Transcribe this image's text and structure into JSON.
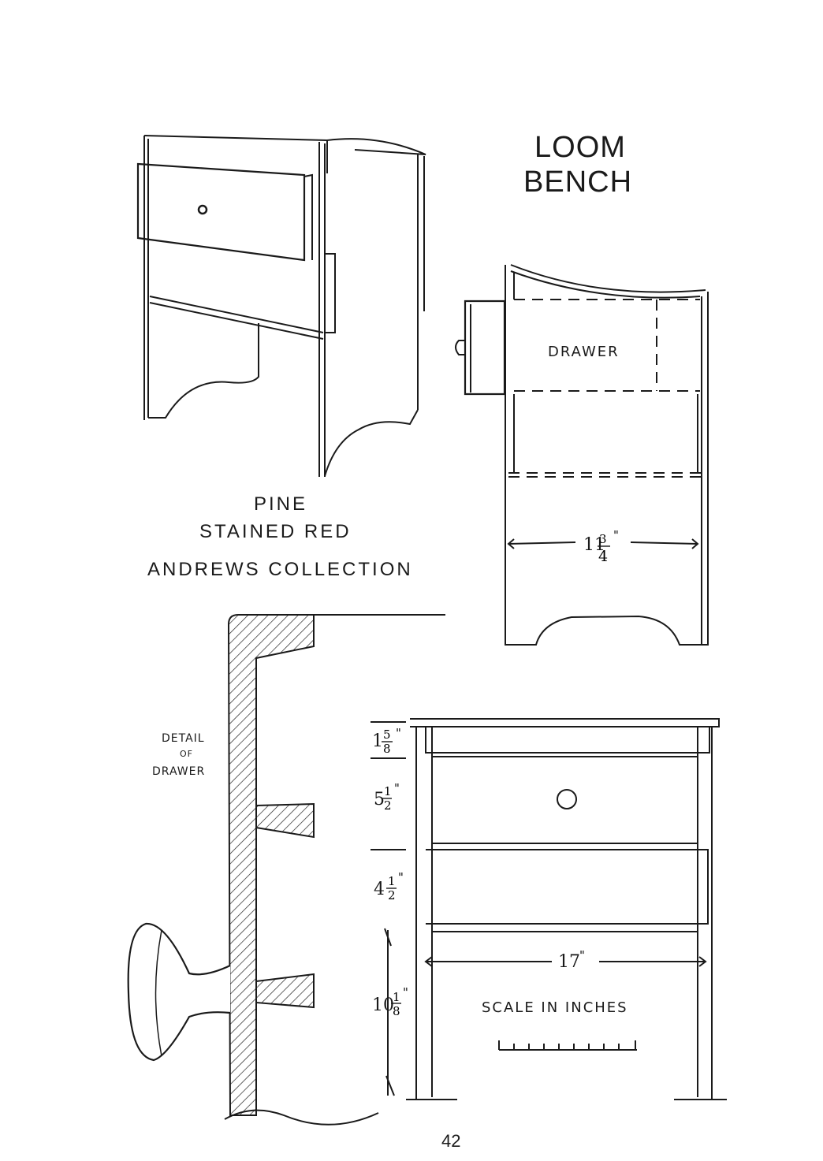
{
  "title": {
    "line1": "LOOM",
    "line2": "BENCH"
  },
  "caption": {
    "material": "PINE",
    "finish": "STAINED RED",
    "collection": "ANDREWS COLLECTION"
  },
  "side_view": {
    "drawer_label": "DRAWER",
    "width_whole": "11",
    "width_num": "3",
    "width_den": "4",
    "inch_mark": "\""
  },
  "detail": {
    "line1": "DETAIL",
    "line2": "OF",
    "line3": "DRAWER"
  },
  "front_view": {
    "dim_top_whole": "1",
    "dim_top_num": "5",
    "dim_top_den": "8",
    "dim_drawer_whole": "5",
    "dim_drawer_num": "1",
    "dim_drawer_den": "2",
    "dim_rail_whole": "4",
    "dim_rail_num": "1",
    "dim_rail_den": "2",
    "dim_leg_whole": "10",
    "dim_leg_num": "1",
    "dim_leg_den": "8",
    "width": "17",
    "inch_mark": "\"",
    "scale_label": "SCALE IN INCHES"
  },
  "page_number": "42"
}
